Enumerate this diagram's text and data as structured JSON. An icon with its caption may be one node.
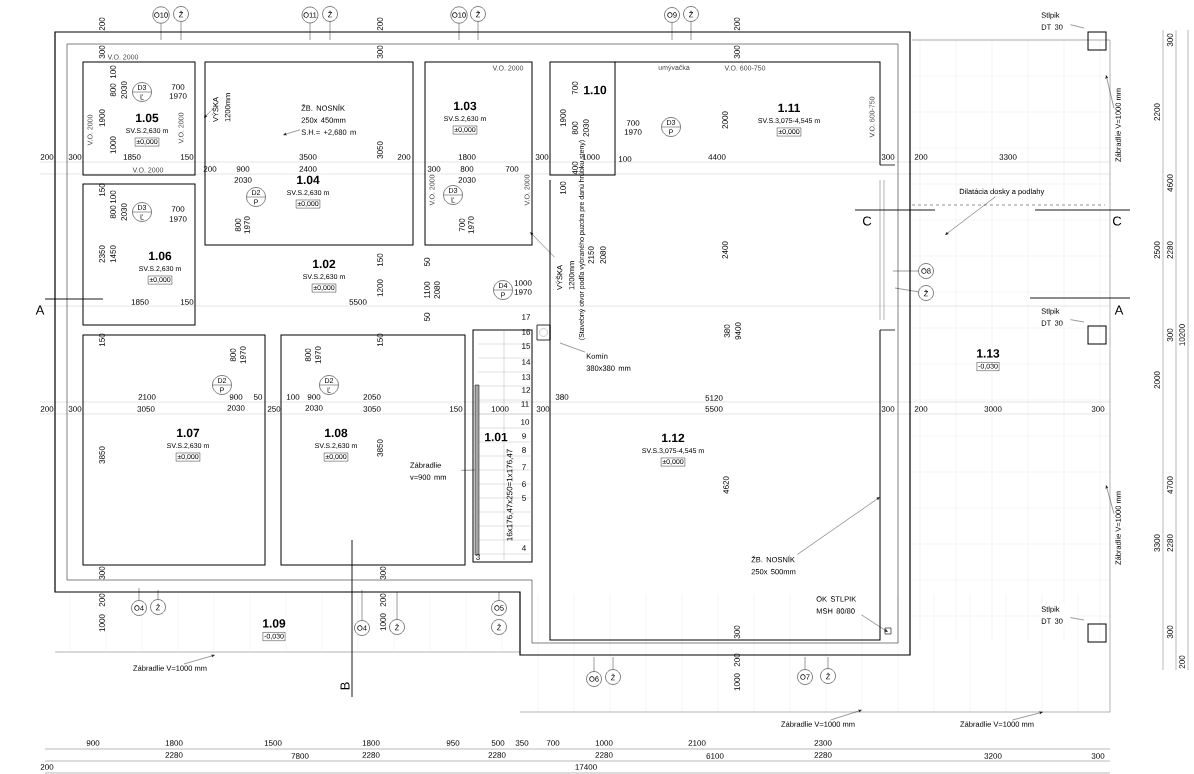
{
  "diagram": {
    "nodes": [
      {
        "text": [
          "1.05",
          "SV.S.2,630 m",
          "±0,000"
        ]
      },
      {
        "text": [
          "1.04",
          "SV.S.2,630 m",
          "±0,000"
        ]
      },
      {
        "text": [
          "1.03",
          "SV.S.2,630 m",
          "±0,000"
        ]
      },
      {
        "text": [
          "1.10"
        ]
      },
      {
        "text": [
          "1.11",
          "SV.S.3,075-4,545 m",
          "±0,000"
        ]
      },
      {
        "text": [
          "1.06",
          "SV.S.2,630 m",
          "±0,000"
        ]
      },
      {
        "text": [
          "1.02",
          "SV.S.2,630 m",
          "±0,000"
        ]
      },
      {
        "text": [
          "1.07",
          "SV.S.2,630 m",
          "±0,000"
        ]
      },
      {
        "text": [
          "1.08",
          "SV.S.2,630 m",
          "±0,000"
        ]
      },
      {
        "text": [
          "1.01"
        ]
      },
      {
        "text": [
          "1.12",
          "SV.S.3,075-4,545 m",
          "±0,000"
        ]
      },
      {
        "text": [
          "1.13",
          "-0,030"
        ]
      },
      {
        "text": [
          "1.09",
          "-0,030"
        ]
      },
      {
        "text": [
          "O10"
        ]
      },
      {
        "text": [
          "Ž"
        ]
      },
      {
        "text": [
          "O11"
        ]
      },
      {
        "text": [
          "Ž"
        ]
      },
      {
        "text": [
          "O10"
        ]
      },
      {
        "text": [
          "Ž"
        ]
      },
      {
        "text": [
          "O9"
        ]
      },
      {
        "text": [
          "Ž"
        ]
      },
      {
        "text": [
          "O8"
        ]
      },
      {
        "text": [
          "Ž"
        ]
      },
      {
        "text": [
          "O4"
        ]
      },
      {
        "text": [
          "Ž"
        ]
      },
      {
        "text": [
          "O4"
        ]
      },
      {
        "text": [
          "Ž"
        ]
      },
      {
        "text": [
          "O5"
        ]
      },
      {
        "text": [
          "Ž"
        ]
      },
      {
        "text": [
          "O6"
        ]
      },
      {
        "text": [
          "Ž"
        ]
      },
      {
        "text": [
          "O7"
        ]
      },
      {
        "text": [
          "Ž"
        ]
      },
      {
        "text": [
          "D3",
          "Ľ"
        ]
      },
      {
        "text": [
          "D3",
          "Ľ"
        ]
      },
      {
        "text": [
          "D2",
          "P"
        ]
      },
      {
        "text": [
          "D3",
          "Ľ"
        ]
      },
      {
        "text": [
          "D3",
          "P"
        ]
      },
      {
        "text": [
          "D4",
          "P"
        ]
      },
      {
        "text": [
          "D2",
          "P"
        ]
      },
      {
        "text": [
          "D2",
          "Ľ"
        ]
      },
      {
        "text": [
          "ŽB. NOSNÍK 250x 450mm S.H.= +2,680 m"
        ]
      },
      {
        "text": [
          "VÝŠKA 1200mm"
        ]
      },
      {
        "text": [
          "VÝŠKA 1200mm"
        ]
      },
      {
        "text": [
          "Komín 380x380 mm"
        ]
      },
      {
        "text": [
          "Dilatácia dosky a podlahy"
        ]
      },
      {
        "text": [
          "Stlpik DT 30"
        ]
      },
      {
        "text": [
          "Stlpik DT 30"
        ]
      },
      {
        "text": [
          "Stlpik DT 30"
        ]
      },
      {
        "text": [
          "Zábradlie V=1000 mm"
        ]
      },
      {
        "text": [
          "Zábradlie V=1000 mm"
        ]
      },
      {
        "text": [
          "Zábradlie v=900 mm"
        ]
      },
      {
        "text": [
          "ŽB. NOSNÍK 250x 500mm"
        ]
      },
      {
        "text": [
          "OK STLPIK MSH 80/80"
        ]
      },
      {
        "text": [
          "Zábradlie V=1000 mm"
        ]
      },
      {
        "text": [
          "Zábradlie V=1000 mm"
        ]
      },
      {
        "text": [
          "Zábradlie V=1000 mm"
        ]
      },
      {
        "text": [],
        "shape": "bar"
      }
    ],
    "edges": [
      {
        "from": 13,
        "to": null,
        "arrow": "none"
      },
      {
        "from": 14,
        "to": null,
        "arrow": "none"
      },
      {
        "from": 15,
        "to": null,
        "arrow": "none"
      },
      {
        "from": 16,
        "to": null,
        "arrow": "none"
      },
      {
        "from": 17,
        "to": null,
        "arrow": "none"
      },
      {
        "from": 18,
        "to": null,
        "arrow": "none"
      },
      {
        "from": 19,
        "to": null,
        "arrow": "none"
      },
      {
        "from": 20,
        "to": null,
        "arrow": "none"
      },
      {
        "from": 21,
        "to": null,
        "arrow": "none"
      },
      {
        "from": 22,
        "to": null,
        "arrow": "none"
      },
      {
        "from": 23,
        "to": null,
        "arrow": "none"
      },
      {
        "from": 24,
        "to": null,
        "arrow": "none"
      },
      {
        "from": 25,
        "to": null,
        "arrow": "none"
      },
      {
        "from": 26,
        "to": null,
        "arrow": "none"
      },
      {
        "from": 27,
        "to": null,
        "arrow": "none"
      },
      {
        "from": 29,
        "to": null,
        "arrow": "none"
      },
      {
        "from": 30,
        "to": null,
        "arrow": "none"
      },
      {
        "from": 31,
        "to": null,
        "arrow": "none"
      },
      {
        "from": 32,
        "to": null,
        "arrow": "none"
      },
      {
        "from": 41,
        "to": null,
        "arrow": "to"
      },
      {
        "from": 42,
        "to": null,
        "arrow": "to"
      },
      {
        "from": 43,
        "to": null,
        "arrow": "to"
      },
      {
        "from": 44,
        "to": null,
        "arrow": "none"
      },
      {
        "from": 45,
        "to": null,
        "arrow": "to"
      },
      {
        "from": 46,
        "to": null,
        "arrow": "none"
      },
      {
        "from": 47,
        "to": null,
        "arrow": "none"
      },
      {
        "from": 48,
        "to": null,
        "arrow": "none"
      },
      {
        "from": 49,
        "to": null,
        "arrow": "to"
      },
      {
        "from": 50,
        "to": null,
        "arrow": "to"
      },
      {
        "from": 51,
        "to": 57,
        "arrow": "none"
      },
      {
        "from": 52,
        "to": null,
        "arrow": "to"
      },
      {
        "from": 53,
        "to": null,
        "arrow": "to"
      },
      {
        "from": 54,
        "to": null,
        "arrow": "to"
      },
      {
        "from": 55,
        "to": null,
        "arrow": "to"
      },
      {
        "from": 56,
        "to": null,
        "arrow": "to"
      }
    ],
    "labels": [
      "200",
      "200",
      "200",
      "300",
      "300",
      "300",
      "300",
      "V.O. 2000",
      "V.O. 2000",
      "umývačka",
      "V.O. 600-750",
      "100",
      "800",
      "2030",
      "700",
      "700",
      "1970",
      "V.O. 2000",
      "1900",
      "V.O. 2000",
      "1900",
      "800",
      "2030",
      "700",
      "1970",
      "2000",
      "V.O. 600-750",
      "2200",
      "1000",
      "3050",
      "200",
      "300",
      "1850",
      "150",
      "3500",
      "200",
      "1800",
      "300",
      "1000",
      "100",
      "4400",
      "300",
      "200",
      "3300",
      "V.O. 2000",
      "200",
      "900",
      "2400",
      "300",
      "800",
      "700",
      "400",
      "150",
      "2030",
      "V.O. 2000",
      "2030",
      "V.O. 2000",
      "100",
      "4600",
      "100",
      "800",
      "2030",
      "700",
      "1970",
      "C",
      "C",
      "800",
      "1970",
      "700",
      "1970",
      "(Stavebný otvor podľa vybraného puzdra pre danú hrúbku steny)",
      "2350",
      "1450",
      "2150",
      "2080",
      "2400",
      "2500",
      "2280",
      "150",
      "50",
      "1000",
      "1200",
      "1100",
      "2080",
      "1970",
      "1850",
      "150",
      "5500",
      "A",
      "A",
      "50",
      "17",
      "16",
      "380",
      "9400",
      "300",
      "10200",
      "150",
      "150",
      "15",
      "800",
      "1970",
      "800",
      "1970",
      "14",
      "13",
      "2000",
      "12",
      "2100",
      "900",
      "50",
      "100",
      "900",
      "2050",
      "380",
      "5120",
      "200",
      "300",
      "3050",
      "2030",
      "250",
      "2030",
      "3050",
      "150",
      "1000",
      "11",
      "300",
      "5500",
      "300",
      "200",
      "3000",
      "300",
      "10",
      "9",
      "3850",
      "3850",
      "8",
      "7",
      "6",
      "4620",
      "4700",
      "16x176,47x250=1x176,47",
      "5",
      "3300",
      "2280",
      "4",
      "3",
      "300",
      "300",
      "200",
      "200",
      "1000",
      "1000",
      "300",
      "300",
      "200",
      "200",
      "B",
      "1000",
      "900",
      "1800",
      "1500",
      "1800",
      "950",
      "500",
      "350",
      "700",
      "1000",
      "2100",
      "2300",
      "2280",
      "7800",
      "2280",
      "2280",
      "2280",
      "6100",
      "2280",
      "3200",
      "300",
      "200",
      "17400"
    ]
  }
}
